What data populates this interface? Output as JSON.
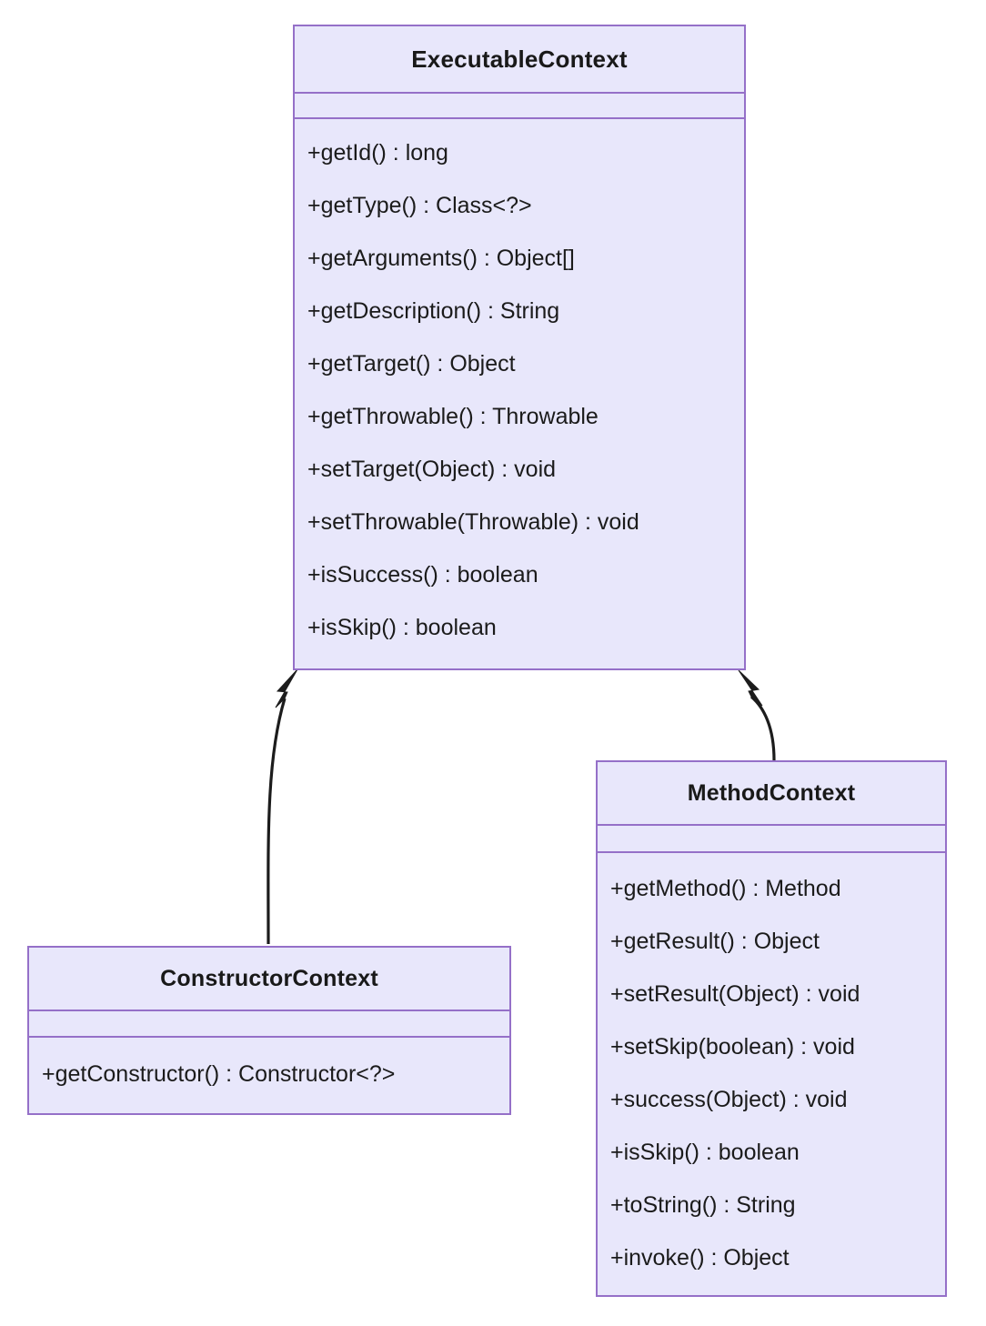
{
  "diagram": {
    "type": "uml-class-diagram",
    "background_color": "#ffffff",
    "class_fill_color": "#e8e7fb",
    "class_border_color": "#9570c8",
    "text_color": "#1b1b1b",
    "edge_color": "#1c1c1c"
  },
  "classes": {
    "executable_context": {
      "name": "ExecutableContext",
      "attributes": [],
      "methods": [
        "+getId() : long",
        "+getType() : Class<?>",
        "+getArguments() : Object[]",
        "+getDescription() : String",
        "+getTarget() : Object",
        "+getThrowable() : Throwable",
        "+setTarget(Object) : void",
        "+setThrowable(Throwable) : void",
        "+isSuccess() : boolean",
        "+isSkip() : boolean"
      ]
    },
    "constructor_context": {
      "name": "ConstructorContext",
      "attributes": [],
      "methods": [
        "+getConstructor() : Constructor<?>"
      ]
    },
    "method_context": {
      "name": "MethodContext",
      "attributes": [],
      "methods": [
        "+getMethod() : Method",
        "+getResult() : Object",
        "+setResult(Object) : void",
        "+setSkip(boolean) : void",
        "+success(Object) : void",
        "+isSkip() : boolean",
        "+toString() : String",
        "+invoke() : Object"
      ]
    }
  },
  "relationships": [
    {
      "kind": "generalization",
      "from": "ConstructorContext",
      "to": "ExecutableContext",
      "arrow": "open-arrowhead"
    },
    {
      "kind": "generalization",
      "from": "MethodContext",
      "to": "ExecutableContext",
      "arrow": "open-arrowhead"
    }
  ]
}
